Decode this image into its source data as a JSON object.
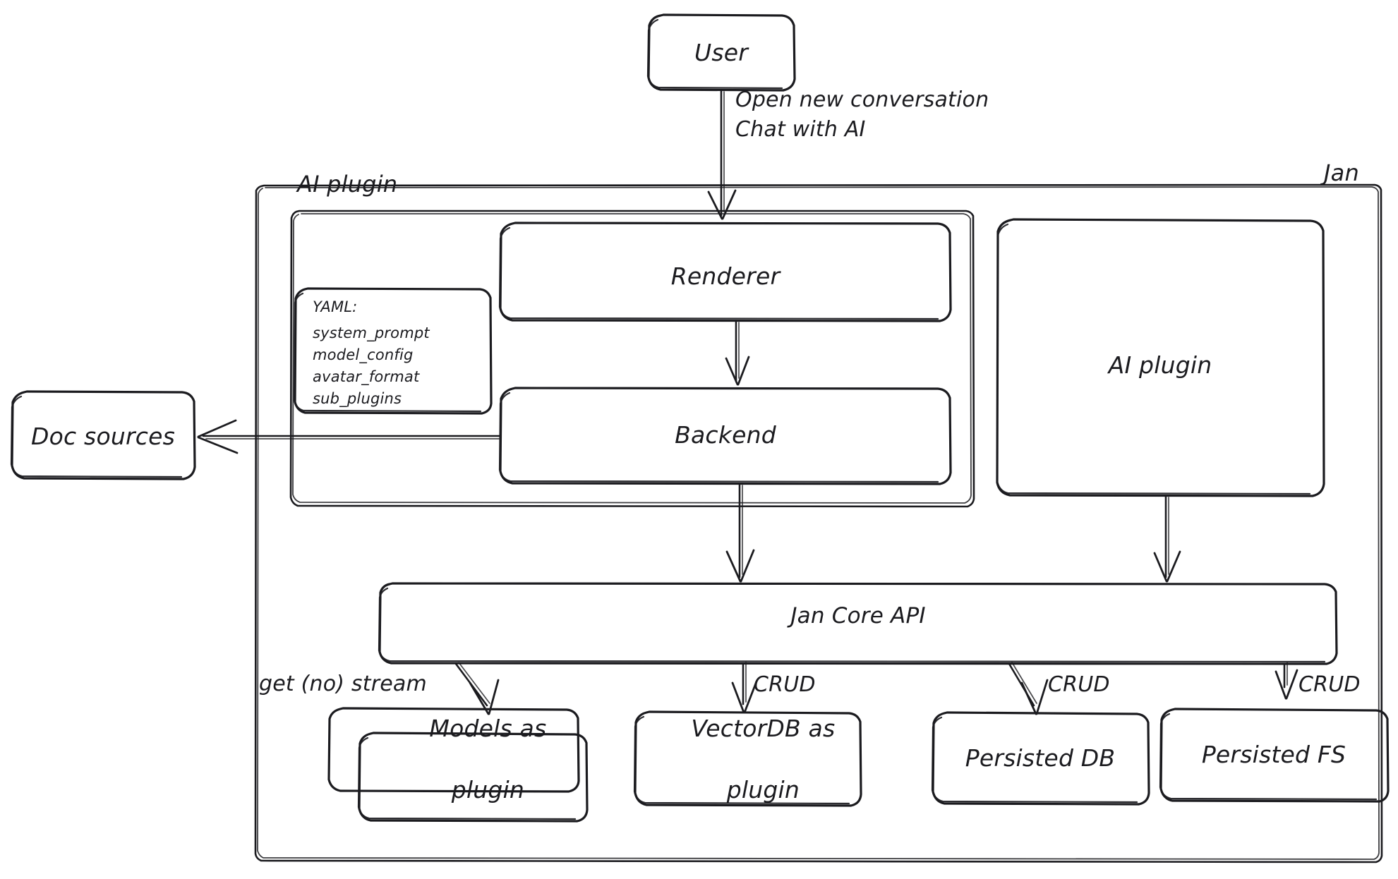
{
  "diagram": {
    "title": "Jan architecture diagram",
    "style": "hand-drawn",
    "background": "#ffffff",
    "stroke_color": "#1b1b1f",
    "nodes": {
      "user": {
        "label": "User"
      },
      "jan_container": {
        "label": "Jan"
      },
      "ai_plugin_group": {
        "label": "AI plugin"
      },
      "yaml_note": {
        "heading": "YAML:",
        "items": [
          "system_prompt",
          "model_config",
          "avatar_format",
          "sub_plugins"
        ]
      },
      "renderer": {
        "label": "Renderer"
      },
      "backend": {
        "label": "Backend"
      },
      "ai_plugin_right": {
        "label": "AI plugin"
      },
      "doc_sources": {
        "label": "Doc sources"
      },
      "jan_core_api": {
        "label": "Jan Core API"
      },
      "models_plugin": {
        "line1": "Models as",
        "line2": "plugin"
      },
      "vectordb_plugin": {
        "line1": "VectorDB as",
        "line2": "plugin"
      },
      "persisted_db": {
        "label": "Persisted DB"
      },
      "persisted_fs": {
        "label": "Persisted FS"
      }
    },
    "edges": [
      {
        "from": "user",
        "to": "renderer",
        "line1": "Open new conversation",
        "line2": "Chat with AI"
      },
      {
        "from": "renderer",
        "to": "backend",
        "label": ""
      },
      {
        "from": "backend",
        "to": "doc_sources",
        "label": ""
      },
      {
        "from": "backend",
        "to": "jan_core_api",
        "label": ""
      },
      {
        "from": "ai_plugin_right",
        "to": "jan_core_api",
        "label": ""
      },
      {
        "from": "jan_core_api",
        "to": "models_plugin",
        "label": "get (no) stream"
      },
      {
        "from": "jan_core_api",
        "to": "vectordb_plugin",
        "label": "CRUD"
      },
      {
        "from": "jan_core_api",
        "to": "persisted_db",
        "label": "CRUD"
      },
      {
        "from": "jan_core_api",
        "to": "persisted_fs",
        "label": "CRUD"
      }
    ]
  }
}
